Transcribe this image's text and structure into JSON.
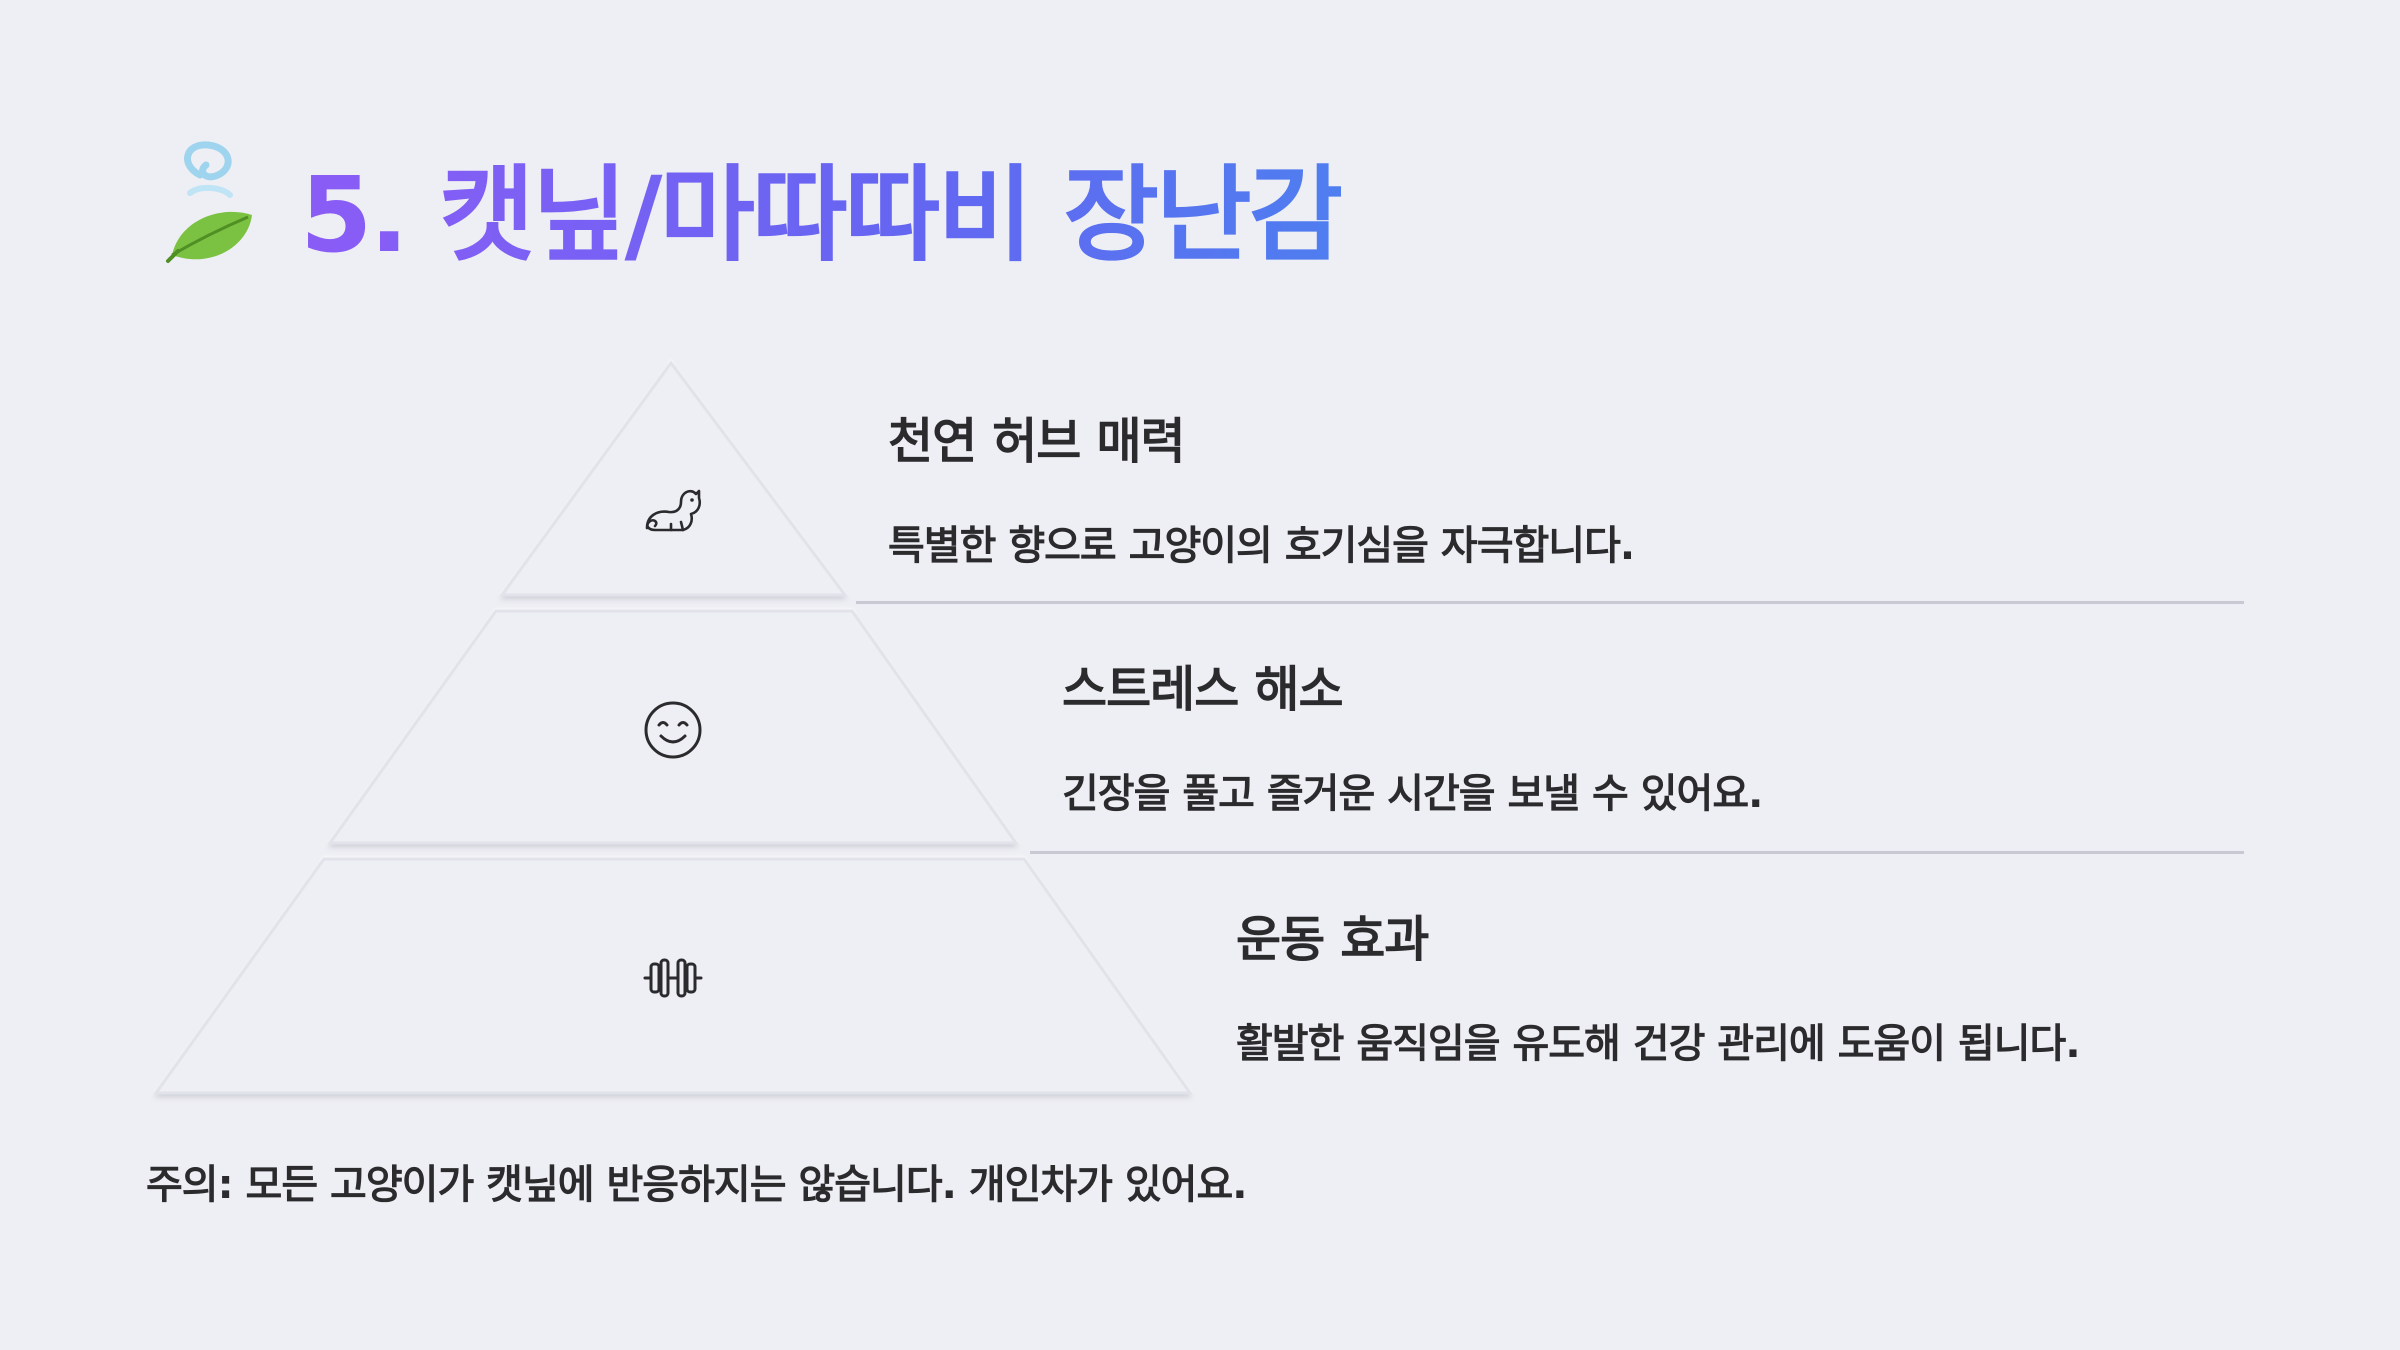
{
  "header": {
    "emoji": "leaf-fluttering-in-wind",
    "title": "5. 캣닢/마따따비 장난감"
  },
  "tiers": [
    {
      "icon": "cat-icon",
      "title": "천연 허브 매력",
      "description": "특별한 향으로 고양이의 호기심을 자극합니다."
    },
    {
      "icon": "smile-icon",
      "title": "스트레스 해소",
      "description": "긴장을 풀고 즐거운 시간을 보낼 수 있어요."
    },
    {
      "icon": "dumbbell-icon",
      "title": "운동 효과",
      "description": "활발한 움직임을 유도해 건강 관리에 도움이 됩니다."
    }
  ],
  "footnote": "주의: 모든 고양이가 캣닢에 반응하지는 않습니다. 개인차가 있어요.",
  "colors": {
    "background": "#eeeff4",
    "title_gradient_start": "#8b5cf6",
    "title_gradient_end": "#4f7ef0",
    "text": "#2b2b2e",
    "divider": "#c8c9d3"
  }
}
